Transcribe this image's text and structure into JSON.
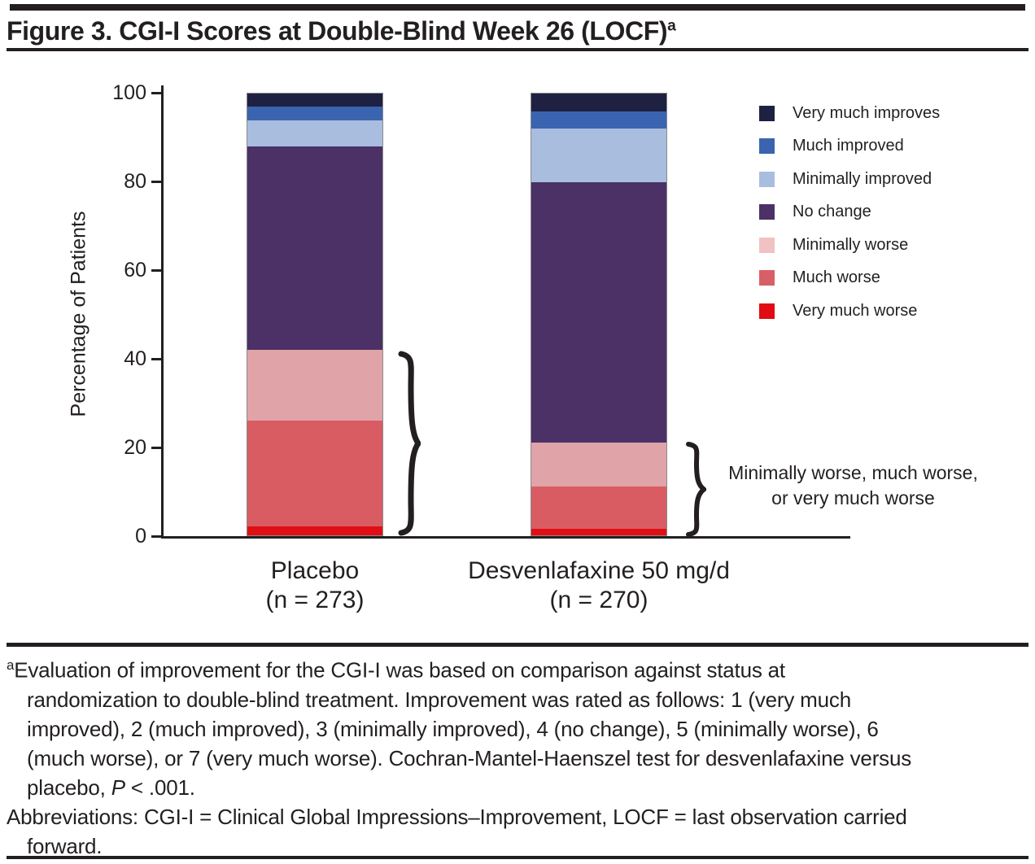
{
  "header": {
    "title": "Figure 3. CGI-I Scores at Double-Blind Week 26 (LOCF)",
    "superscript": "a"
  },
  "chart_data": {
    "type": "bar",
    "subtype": "stacked-percentage",
    "title": "Figure 3. CGI-I Scores at Double-Blind Week 26 (LOCF)",
    "xlabel": "",
    "ylabel": "Percentage of Patients",
    "ylim": [
      0,
      100
    ],
    "yticks": [
      0,
      20,
      40,
      60,
      80,
      100
    ],
    "grid": false,
    "legend_position": "upper right",
    "categories": [
      "Placebo",
      "Desvenlafaxine 50 mg/d"
    ],
    "category_sublabels": [
      "(n = 273)",
      "(n = 270)"
    ],
    "series": [
      {
        "name": "Very much worse",
        "color": "#e10e15",
        "swatch": "#e00b14",
        "values": [
          2,
          1.5
        ]
      },
      {
        "name": "Much worse",
        "color": "#d95c63",
        "swatch": "#d95f66",
        "values": [
          24,
          9.5
        ]
      },
      {
        "name": "Minimally worse",
        "color": "#e0a3a8",
        "swatch": "#f2c1c3",
        "values": [
          16,
          10
        ]
      },
      {
        "name": "No change",
        "color": "#4b3166",
        "swatch": "#4b3166",
        "values": [
          46,
          59
        ]
      },
      {
        "name": "Minimally improved",
        "color": "#a9bdde",
        "swatch": "#a9bdde",
        "values": [
          6,
          12
        ]
      },
      {
        "name": "Much improved",
        "color": "#3a64af",
        "swatch": "#3a64af",
        "values": [
          3,
          4
        ]
      },
      {
        "name": "Very much improves",
        "color": "#1e2142",
        "swatch": "#1e2142",
        "values": [
          3,
          4
        ]
      }
    ],
    "annotation": {
      "line1": "Minimally worse, much worse,",
      "line2": "or very much worse",
      "applies_to_range_percent": [
        0,
        42
      ]
    }
  },
  "footnote": {
    "superscript": "a",
    "para1_lines": [
      "Evaluation of improvement for the CGI-I was based on comparison against status at",
      "randomization to double-blind treatment. Improvement was rated as follows: 1 (very much",
      "improved), 2 (much improved), 3 (minimally improved), 4 (no change), 5 (minimally worse), 6",
      "(much worse), or 7 (very much worse). Cochran-Mantel-Haenszel test for desvenlafaxine versus"
    ],
    "para1_last_before": "placebo, ",
    "para1_last_italic": "P",
    "para1_last_after": " < .001.",
    "para2_line1": "Abbreviations: CGI-I = Clinical Global Impressions–Improvement, LOCF = last observation carried",
    "para2_line2": "forward."
  }
}
